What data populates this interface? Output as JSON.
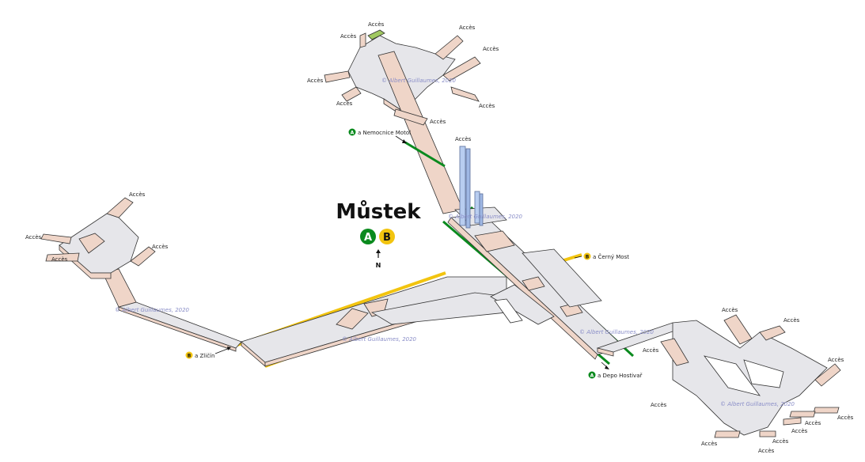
{
  "station": {
    "title": "Můstek",
    "north_label": "N",
    "lines": [
      {
        "letter": "A",
        "color": "#0a8a1e",
        "text_color": "#ffffff"
      },
      {
        "letter": "B",
        "color": "#f2c40f",
        "text_color": "#111111"
      }
    ]
  },
  "colors": {
    "floor": "#e6e6ea",
    "wall": "#efd5c8",
    "outline": "#333333",
    "line_a": "#0a8a1e",
    "line_b": "#f2c40f",
    "elevator": "#b8cdf0"
  },
  "access_label": "Accès",
  "watermark": "© Albert Guillaumes, 2020",
  "destinations": {
    "a_north": {
      "letter": "A",
      "text": "a Nemocnice Motol"
    },
    "a_south": {
      "letter": "A",
      "text": "a Depo Hostivař"
    },
    "b_east": {
      "letter": "B",
      "text": "a Černý Most"
    },
    "b_west": {
      "letter": "B",
      "text": "a Zličín"
    }
  }
}
